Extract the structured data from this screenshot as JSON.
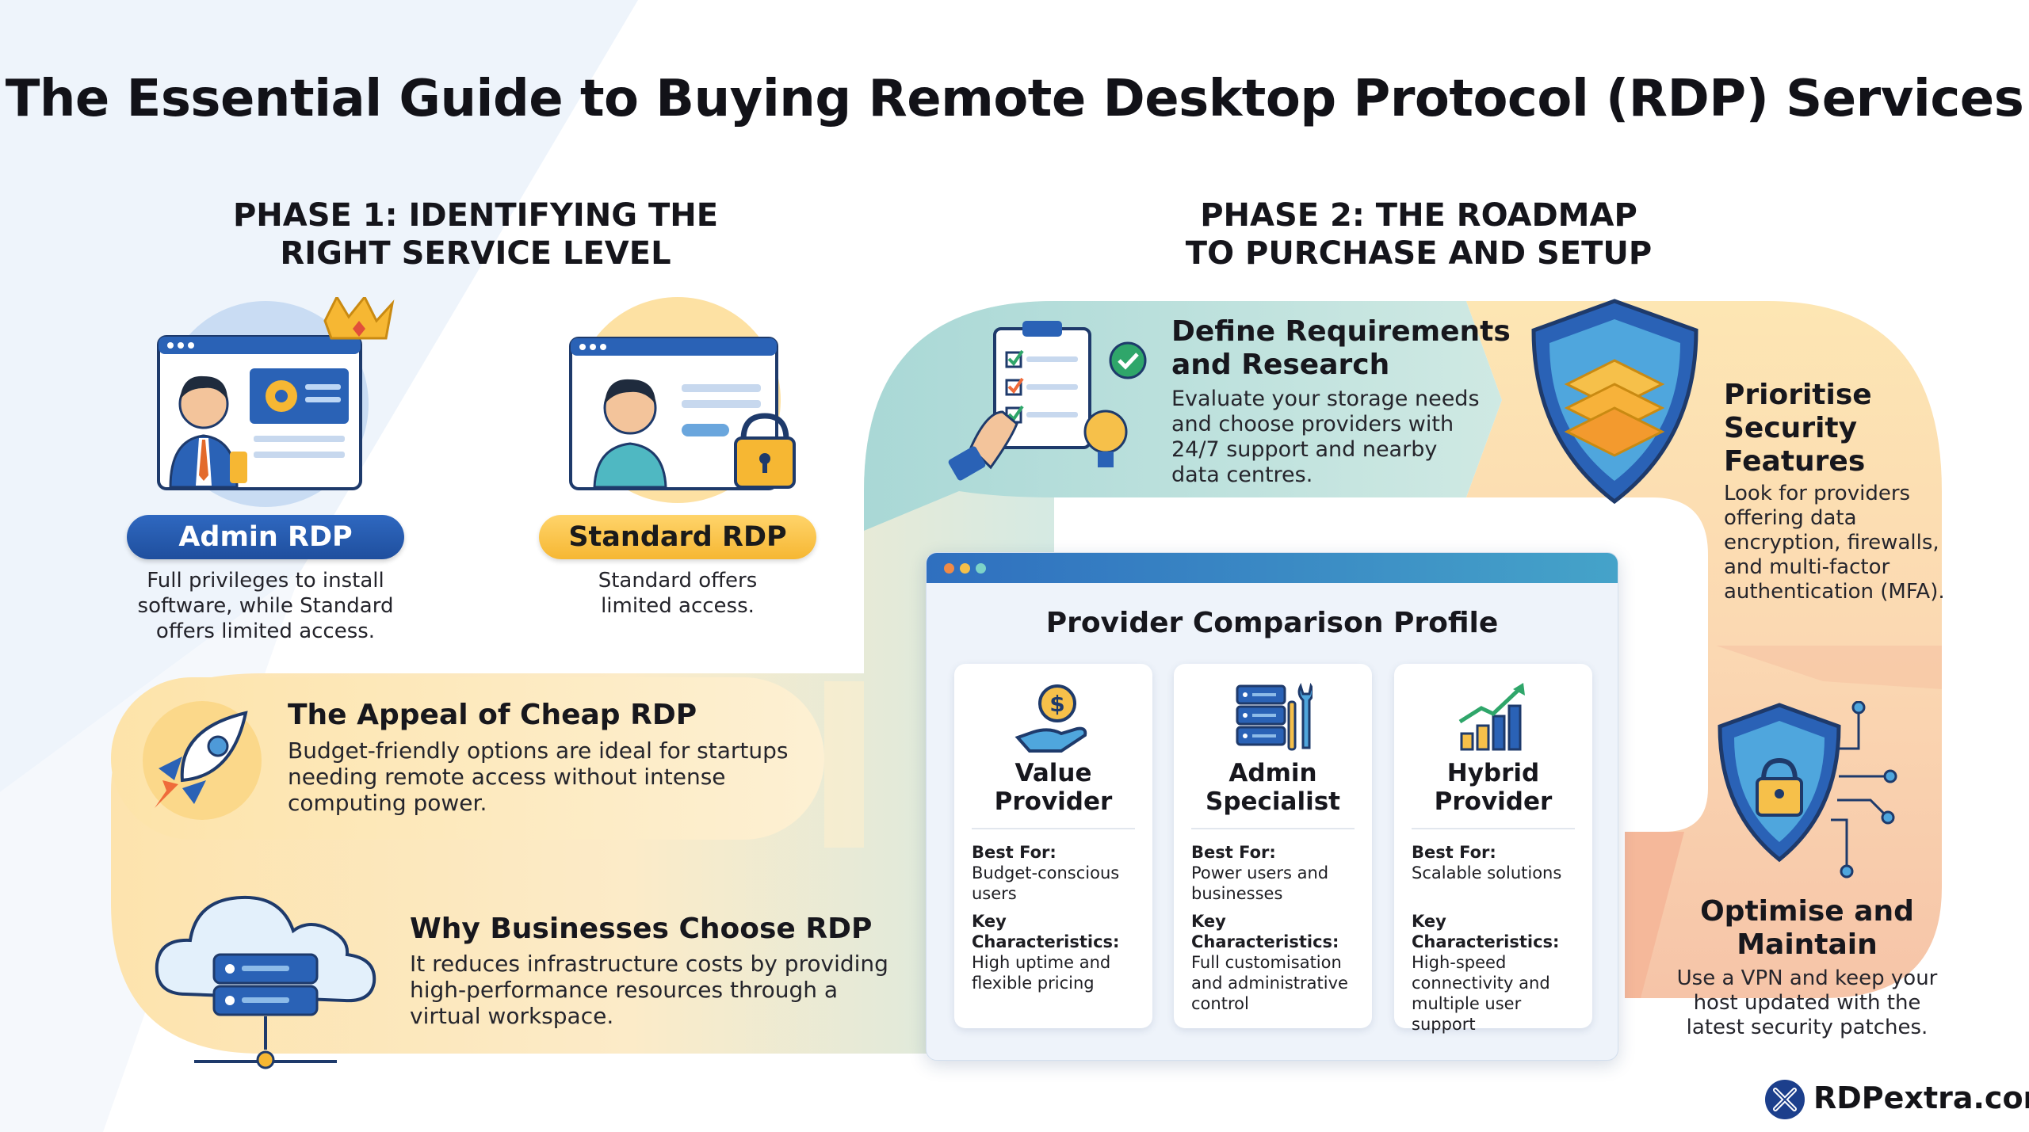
{
  "title": "The Essential Guide to Buying Remote Desktop Protocol (RDP) Services",
  "phase1": {
    "title_lines": [
      "PHASE 1: IDENTIFYING THE",
      "RIGHT SERVICE LEVEL"
    ],
    "admin": {
      "label": "Admin RDP",
      "desc_lines": [
        "Full privileges to install",
        "software, while Standard",
        "offers limited access."
      ]
    },
    "standard": {
      "label": "Standard RDP",
      "desc_lines": [
        "Standard offers",
        "limited access."
      ]
    },
    "cheap": {
      "heading": "The Appeal of Cheap RDP",
      "body_lines": [
        "Budget-friendly options are ideal for startups",
        "needing remote access without intense",
        "computing power."
      ]
    },
    "why": {
      "heading": "Why Businesses Choose RDP",
      "body_lines": [
        "It reduces infrastructure costs by providing",
        "high-performance resources through a",
        "virtual workspace."
      ]
    }
  },
  "phase2": {
    "title_lines": [
      "PHASE 2: THE ROADMAP",
      "TO PURCHASE AND SETUP"
    ],
    "define": {
      "heading_lines": [
        "Define Requirements",
        "and Research"
      ],
      "body_lines": [
        "Evaluate your storage needs",
        "and choose providers with",
        "24/7 support and nearby",
        "data centres."
      ]
    },
    "security": {
      "heading_lines": [
        "Prioritise",
        "Security",
        "Features"
      ],
      "body_lines": [
        "Look for providers",
        "offering data",
        "encryption, firewalls,",
        "and multi-factor",
        "authentication (MFA)."
      ]
    },
    "optimise": {
      "heading_lines": [
        "Optimise and",
        "Maintain"
      ],
      "body_lines": [
        "Use a VPN and keep your",
        "host updated with the",
        "latest security patches."
      ]
    }
  },
  "comparison": {
    "title": "Provider Comparison Profile",
    "cards": [
      {
        "name_lines": [
          "Value",
          "Provider"
        ],
        "icon": "coin-hand-icon",
        "best_for_label": "Best For:",
        "best_for_lines": [
          "Budget-conscious",
          "users"
        ],
        "key_label": "Key Characteristics:",
        "key_lines": [
          "High uptime and",
          "flexible pricing"
        ]
      },
      {
        "name_lines": [
          "Admin",
          "Specialist"
        ],
        "icon": "server-tools-icon",
        "best_for_label": "Best For:",
        "best_for_lines": [
          "Power users and",
          "businesses"
        ],
        "key_label": "Key Characteristics:",
        "key_lines": [
          "Full customisation",
          "and administrative",
          "control"
        ]
      },
      {
        "name_lines": [
          "Hybrid",
          "Provider"
        ],
        "icon": "growth-chart-icon",
        "best_for_label": "Best For:",
        "best_for_lines": [
          "Scalable solutions"
        ],
        "key_label": "Key Characteristics:",
        "key_lines": [
          "High-speed",
          "connectivity and",
          "multiple user",
          "support"
        ]
      }
    ]
  },
  "brand": {
    "name": "RDPextra.com"
  },
  "colors": {
    "blue": "#2b63b8",
    "yellow": "#f7bd3a",
    "teal": "#a8d9d4",
    "peach": "#f6c9a6",
    "cream": "#fde9bd"
  }
}
